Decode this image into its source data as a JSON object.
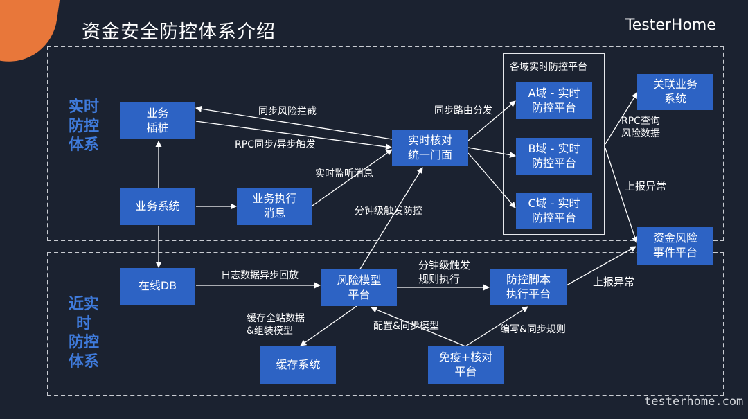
{
  "title": "资金安全防控体系介绍",
  "brand": "TesterHome",
  "watermark": "testerhome.com",
  "sections": {
    "realtime": "实时\n防控\n体系",
    "near_realtime": "近实时\n防控\n体系"
  },
  "group_title": "各域实时防控平台",
  "nodes": {
    "biz_stub": "业务\n插桩",
    "biz_system": "业务系统",
    "biz_exec_msg": "业务执行\n消息",
    "realtime_gateway": "实时核对\n统一门面",
    "domain_a": "A域 - 实时\n防控平台",
    "domain_b": "B域 - 实时\n防控平台",
    "domain_c": "C域 - 实时\n防控平台",
    "related_biz": "关联业务\n系统",
    "fund_risk_events": "资金风险\n事件平台",
    "online_db": "在线DB",
    "risk_model": "风险模型\n平台",
    "risk_script": "防控脚本\n执行平台",
    "cache_system": "缓存系统",
    "exemption": "免疫+核对\n平台"
  },
  "edge_labels": {
    "sync_intercept": "同步风险拦截",
    "rpc_sync_async": "RPC同步/异步触发",
    "realtime_listen": "实时监听消息",
    "sync_route": "同步路由分发",
    "rpc_query": "RPC查询\n风险数据",
    "report_anomaly_top": "上报异常",
    "minute_trigger_control": "分钟级触发防控",
    "log_replay": "日志数据异步回放",
    "minute_rule_exec": "分钟级触发\n规则执行",
    "report_anomaly_bottom": "上报异常",
    "cache_assemble": "缓存全站数据\n&组装模型",
    "config_sync_model": "配置&同步模型",
    "write_sync_rule": "编写&同步规则"
  },
  "colors": {
    "background": "#1b2230",
    "node_fill": "#2d63c4",
    "section_text": "#3f7bdc",
    "accent": "#e8773a"
  }
}
